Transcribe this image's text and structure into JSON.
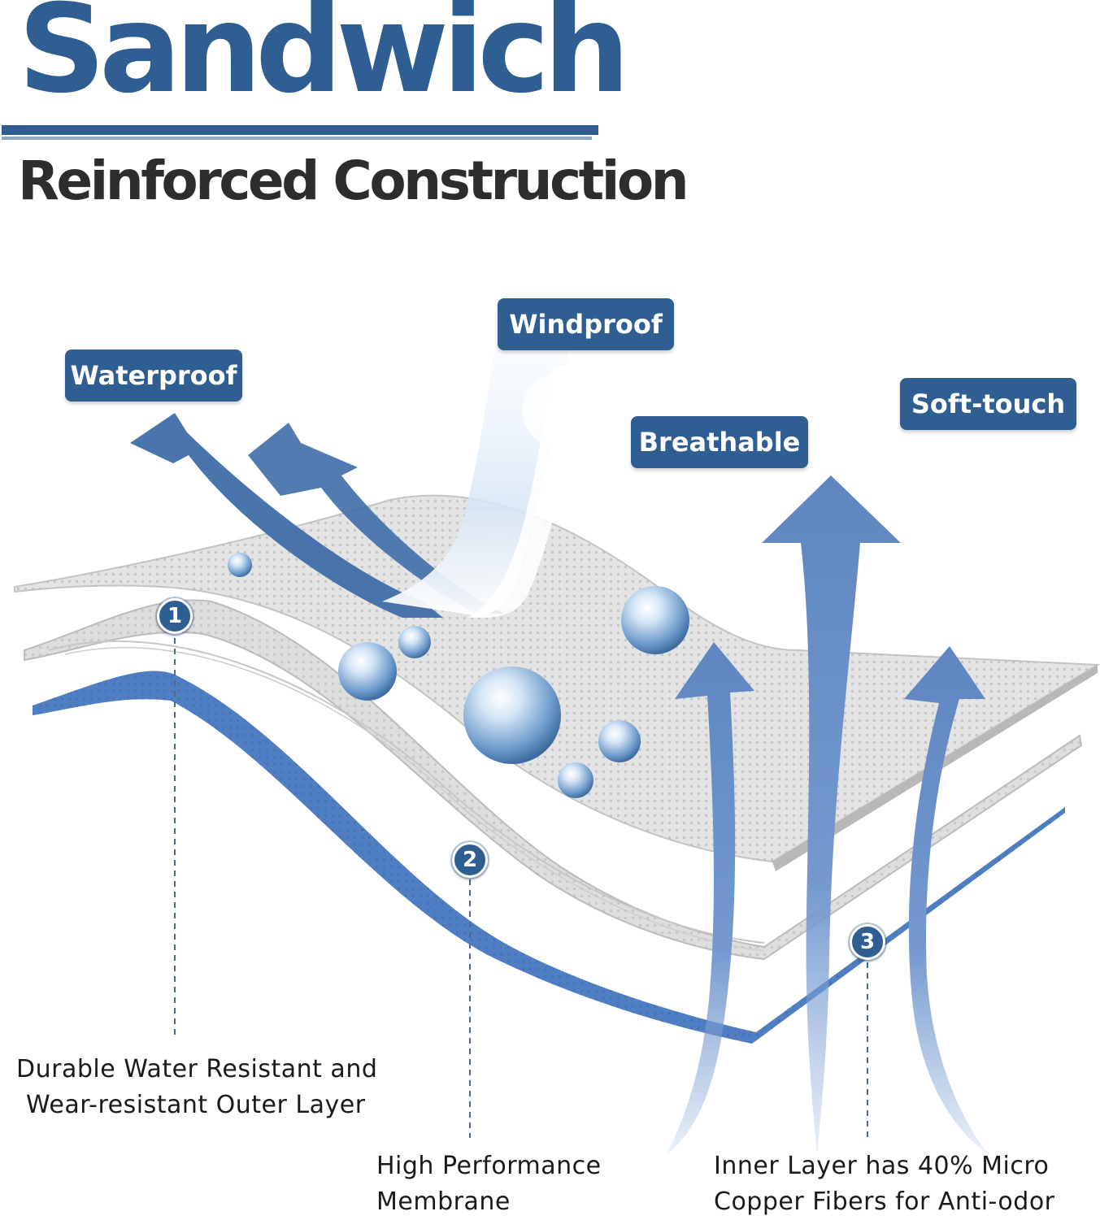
{
  "header": {
    "title": "Sandwich",
    "subtitle": "Reinforced Construction"
  },
  "features": [
    {
      "label": "Waterproof",
      "icon": "wave-arrows-icon"
    },
    {
      "label": "Windproof",
      "icon": "wind-stream-icon"
    },
    {
      "label": "Breathable",
      "icon": "up-arrow-icon"
    },
    {
      "label": "Soft-touch",
      "icon": "curved-arrow-icon"
    }
  ],
  "layers": [
    {
      "number": "1",
      "caption_lines": [
        "Durable Water Resistant and",
        "Wear-resistant Outer Layer"
      ]
    },
    {
      "number": "2",
      "caption_lines": [
        "High Performance",
        "Membrane"
      ]
    },
    {
      "number": "3",
      "caption_lines": [
        "Inner Layer has 40% Micro",
        "Copper Fibers for Anti-odor"
      ]
    }
  ],
  "colors": {
    "brand_blue": "#2e5e92",
    "title_dark": "#2d2d2d",
    "arrow_blue": "#6f93c8",
    "fabric_gray": "#d9d9d9",
    "fabric_blue": "#5f8dd0",
    "connector": "#4a6a8f"
  }
}
